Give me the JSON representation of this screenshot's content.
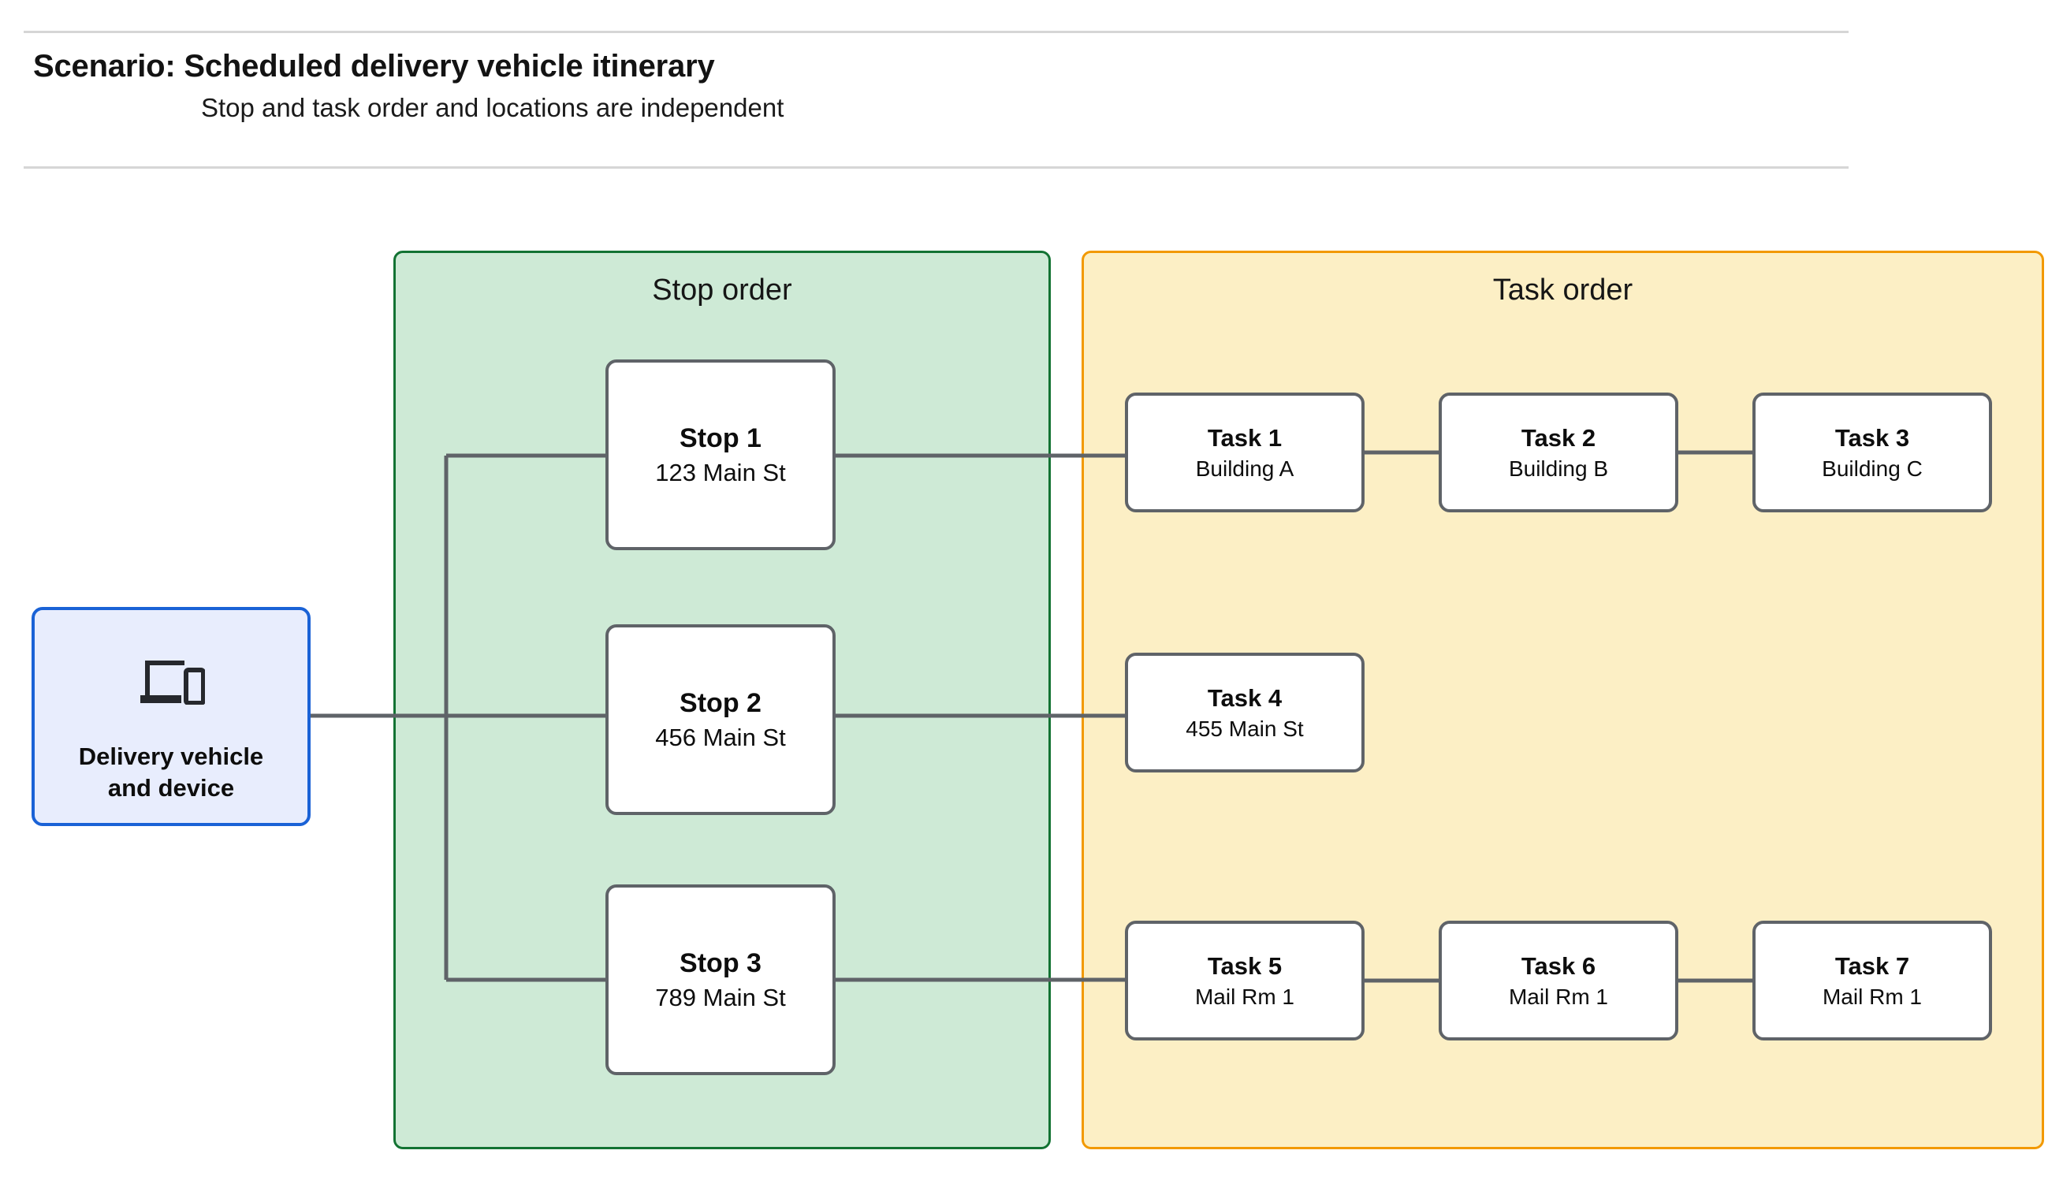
{
  "header": {
    "title": "Scenario: Scheduled delivery vehicle itinerary",
    "subtitle": "Stop and task order and locations are independent"
  },
  "vehicle": {
    "icon": "laptop-and-phone-icon",
    "label_line1": "Delivery vehicle",
    "label_line2": "and device"
  },
  "stop_group": {
    "title": "Stop order",
    "fill": "#ceead6",
    "border": "#137333",
    "stops": [
      {
        "title": "Stop 1",
        "address": "123 Main St"
      },
      {
        "title": "Stop 2",
        "address": "456 Main St"
      },
      {
        "title": "Stop 3",
        "address": "789 Main St"
      }
    ]
  },
  "task_group": {
    "title": "Task order",
    "fill": "#fcefc5",
    "border": "#f29900",
    "rows": [
      {
        "tasks": [
          {
            "title": "Task 1",
            "location": "Building A"
          },
          {
            "title": "Task 2",
            "location": "Building B"
          },
          {
            "title": "Task 3",
            "location": "Building C"
          }
        ]
      },
      {
        "tasks": [
          {
            "title": "Task 4",
            "location": "455 Main St"
          }
        ]
      },
      {
        "tasks": [
          {
            "title": "Task 5",
            "location": "Mail Rm 1"
          },
          {
            "title": "Task 6",
            "location": "Mail Rm 1"
          },
          {
            "title": "Task 7",
            "location": "Mail Rm 1"
          }
        ]
      }
    ]
  },
  "colors": {
    "node_border": "#5f6368",
    "node_fill": "#ffffff",
    "vehicle_border": "#1a62d6",
    "vehicle_fill": "#e8edfd",
    "connector": "#5f6368",
    "rule": "#d6d6d6"
  }
}
